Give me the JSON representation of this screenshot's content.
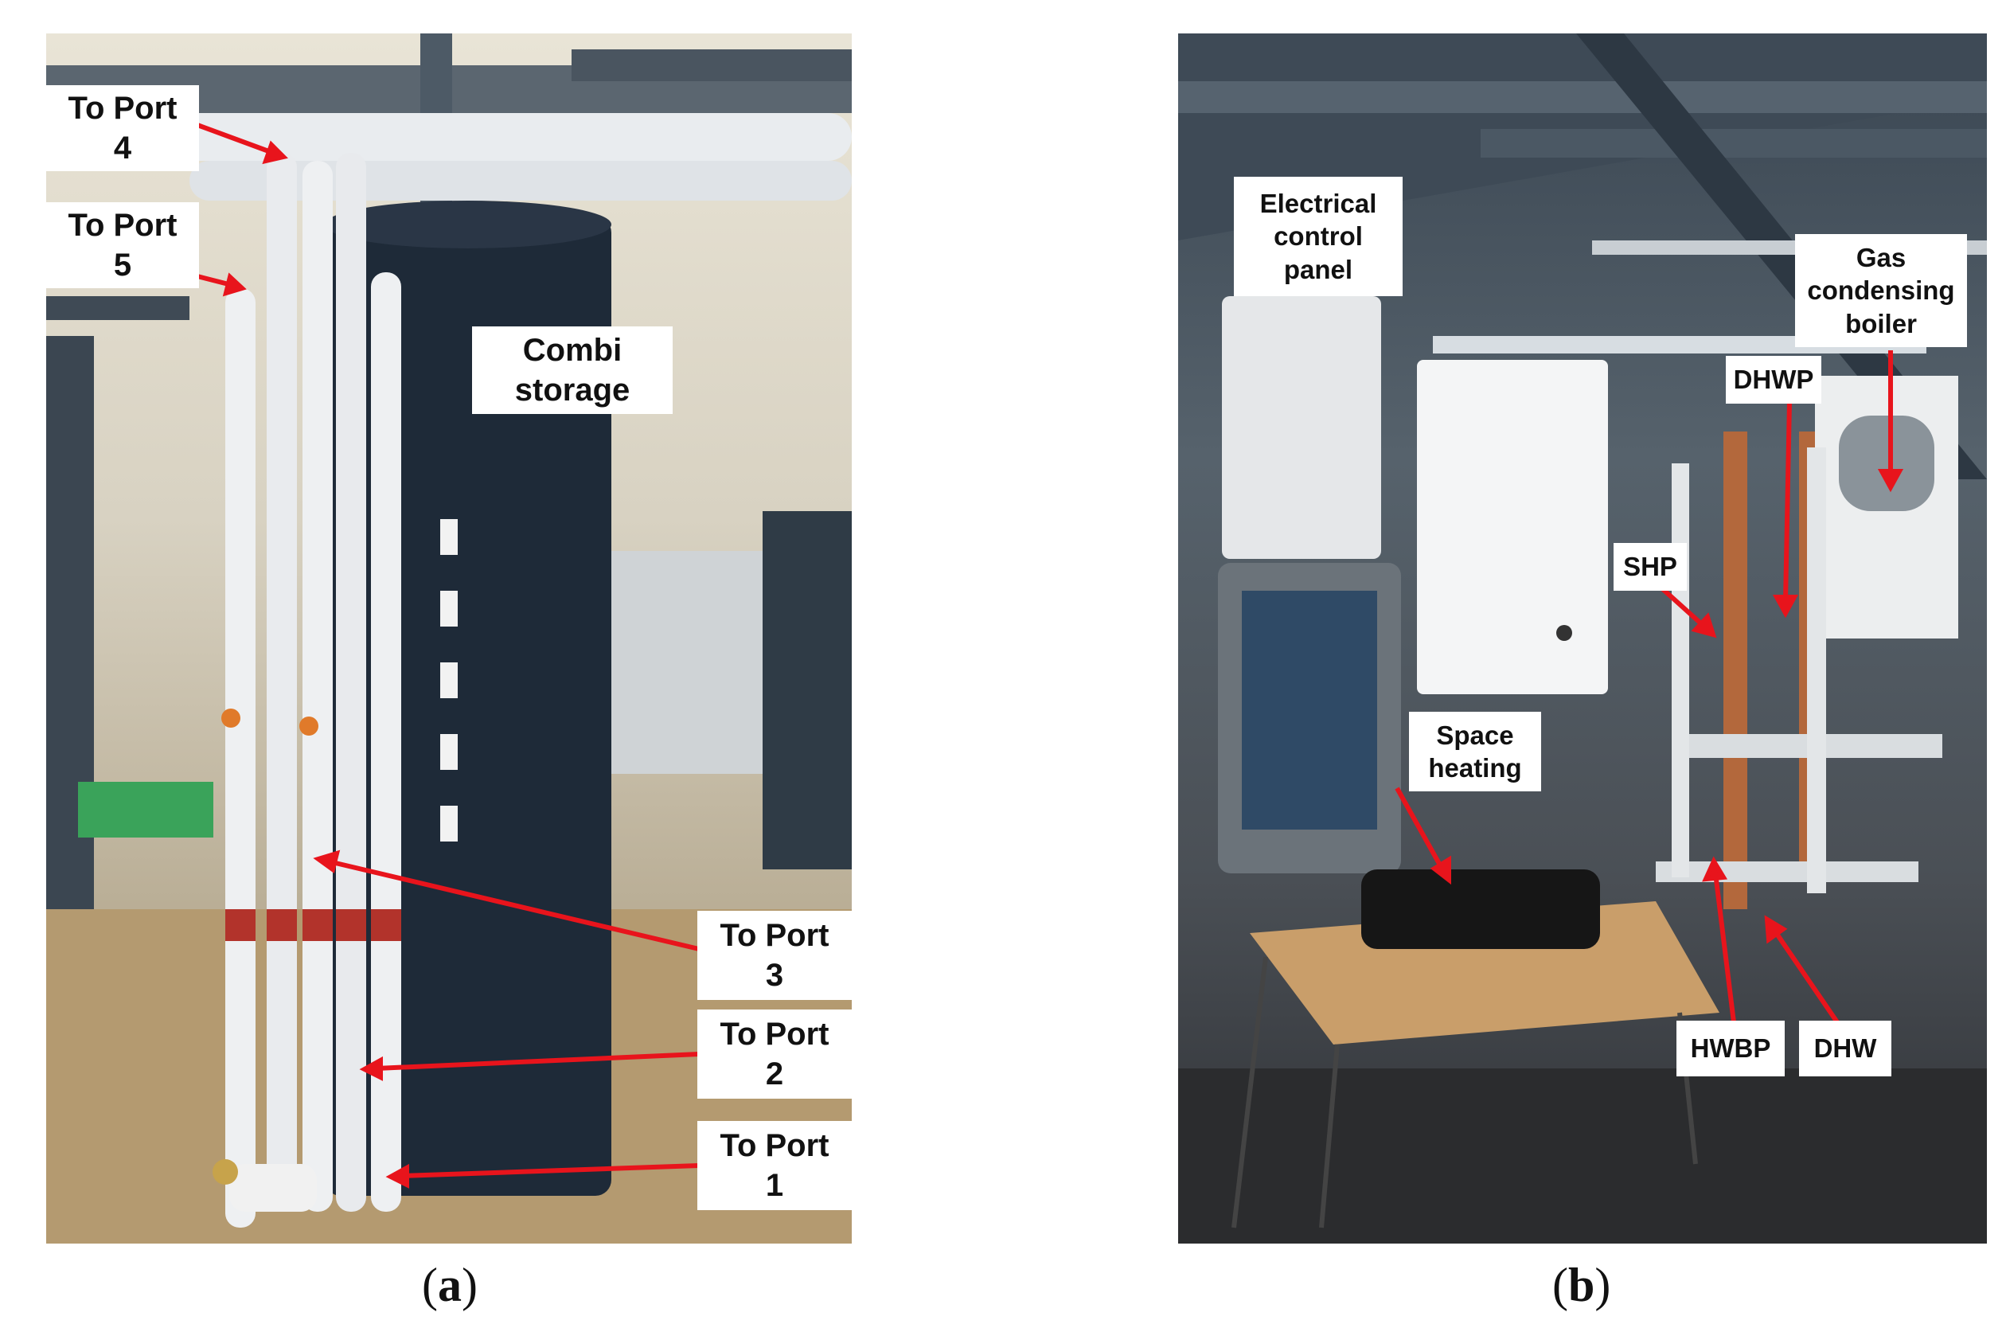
{
  "panel_a": {
    "caption_letter": "a",
    "labels": {
      "port4": "To Port\n4",
      "port5": "To Port\n5",
      "combi": "Combi\nstorage",
      "port3": "To Port\n3",
      "port2": "To Port\n2",
      "port1": "To Port\n1"
    }
  },
  "panel_b": {
    "caption_letter": "b",
    "labels": {
      "electrical": "Electrical\ncontrol\npanel",
      "gas_boiler": "Gas\ncondensing\nboiler",
      "dhwp": "DHWP",
      "shp": "SHP",
      "space_heating": "Space\nheating",
      "hwbp": "HWBP",
      "dhw": "DHW"
    }
  },
  "colors": {
    "arrow": "#e8141c",
    "label_bg": "#ffffff"
  }
}
